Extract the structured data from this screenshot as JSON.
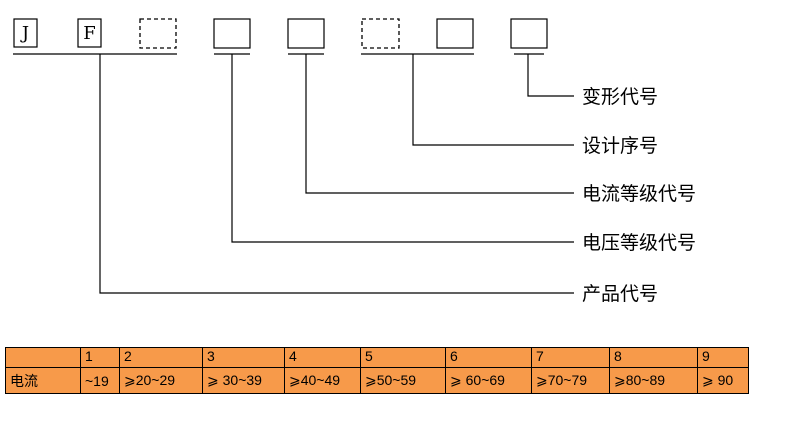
{
  "code_boxes": [
    {
      "text": "J",
      "style": "solid"
    },
    {
      "text": "F",
      "style": "solid"
    },
    {
      "text": "",
      "style": "dashed"
    },
    {
      "text": "",
      "style": "solid"
    },
    {
      "text": "",
      "style": "solid"
    },
    {
      "text": "",
      "style": "dashed"
    },
    {
      "text": "",
      "style": "solid"
    },
    {
      "text": "",
      "style": "solid"
    }
  ],
  "labels": {
    "variant_code": "变形代号",
    "design_serial": "设计序号",
    "current_level_code": "电流等级代号",
    "voltage_level_code": "电压等级代号",
    "product_code": "产品代号"
  },
  "colors": {
    "table_fill": "#F79A4A",
    "line": "#000000"
  },
  "table": {
    "header": [
      "",
      "1",
      "2",
      "3",
      "4",
      "5",
      "6",
      "7",
      "8",
      "9"
    ],
    "row_label": "电流",
    "values": [
      "~19",
      "⩾20~29",
      "⩾ 30~39",
      "⩾40~49",
      "⩾50~59",
      "⩾ 60~69",
      "⩾70~79",
      "⩾80~89",
      "⩾ 90"
    ]
  }
}
